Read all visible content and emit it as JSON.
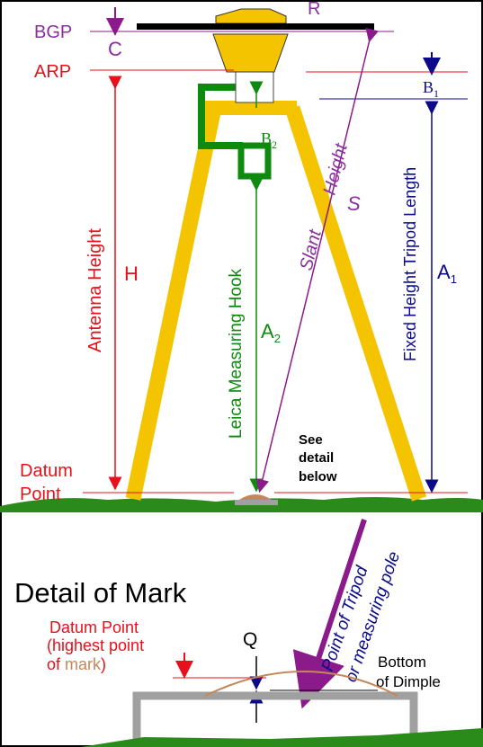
{
  "labels": {
    "bgp": "BGP",
    "c": "C",
    "r": "R",
    "arp": "ARP",
    "b1": "B",
    "b1_sub": "1",
    "b2": "B",
    "b2_sub": "2",
    "antenna_height": "Antenna Height",
    "h": "H",
    "slant_height_1": "Slant",
    "slant_height_2": "Height",
    "s": "S",
    "leica_hook": "Leica Measuring Hook",
    "fixed_tripod": "Fixed Height Tripod Length",
    "a1": "A",
    "a1_sub": "1",
    "a2": "A",
    "a2_sub": "2",
    "see_1": "See",
    "see_2": "detail",
    "see_3": "below",
    "datum_1": "Datum",
    "datum_2": "Point",
    "detail_title": "Detail of Mark",
    "point_of_tripod_1": "Point of Tripod",
    "point_of_tripod_2": "or measuring pole",
    "q": "Q",
    "datum_point_detail": "Datum Point",
    "highest_point": "(highest point",
    "of_mark_prefix": "of ",
    "of_mark_word": "mark",
    "of_mark_suffix": ")",
    "bottom_1": "Bottom",
    "bottom_2": "of Dimple"
  },
  "colors": {
    "red": "#e8101a",
    "purple": "#8b1a8b",
    "green": "#0e8a0e",
    "navy": "#0a0a8a",
    "yellow": "#f5c400",
    "gray": "#808080",
    "ground": "#2a8a1a",
    "mark": "#c4875a",
    "label_purple": "#8b2fa0"
  }
}
